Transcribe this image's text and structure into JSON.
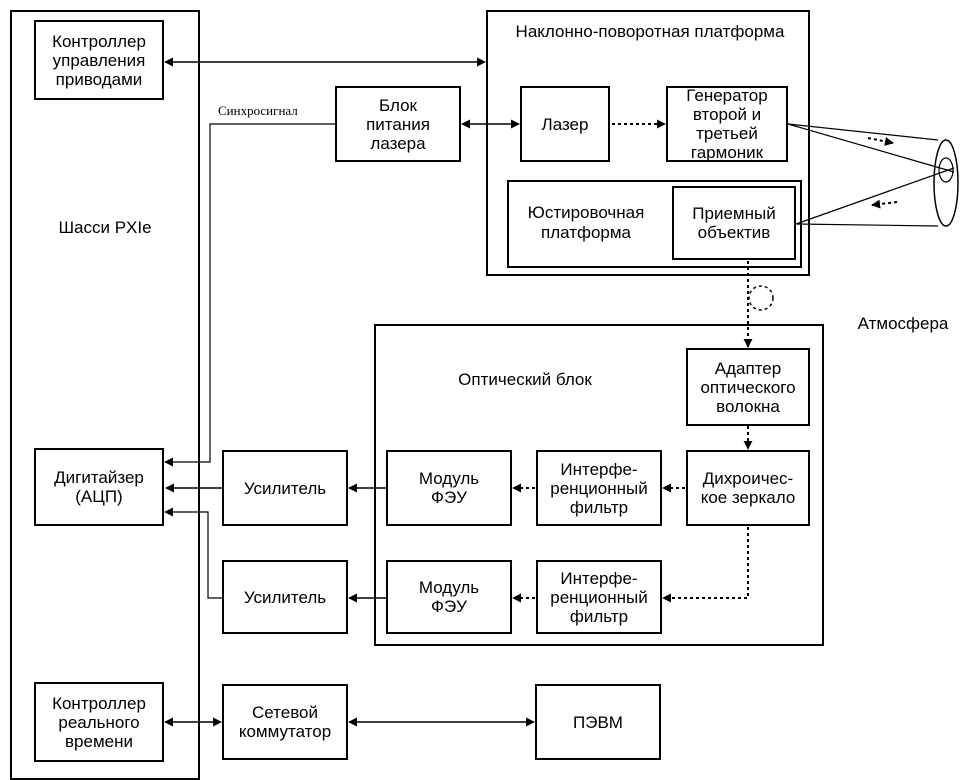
{
  "chassis": {
    "label": "Шасси PXIe"
  },
  "drive_controller": {
    "label": "Контроллер\nуправления\nприводами"
  },
  "digitizer": {
    "label": "Дигитайзер\n(АЦП)"
  },
  "realtime_controller": {
    "label": "Контроллер\nреального\nвремени"
  },
  "sync_signal": {
    "label": "Синхросигнал"
  },
  "laser_power_unit": {
    "label": "Блок\nпитания\nлазера"
  },
  "tilt_platform": {
    "label": "Наклонно-поворотная платформа"
  },
  "laser": {
    "label": "Лазер"
  },
  "harmonic_generator": {
    "label": "Генератор\nвторой и\nтретьей\nгармоник"
  },
  "alignment_platform": {
    "label": "Юстировочная\nплатформа"
  },
  "receiving_lens": {
    "label": "Приемный\nобъектив"
  },
  "atmosphere": {
    "label": "Атмосфера"
  },
  "optical_block": {
    "label": "Оптический блок"
  },
  "fiber_adapter": {
    "label": "Адаптер\nоптического\nволокна"
  },
  "dichroic_mirror": {
    "label": "Дихроичес-\nкое зеркало"
  },
  "interference_filter_1": {
    "label": "Интерфе-\nренционный\nфильтр"
  },
  "interference_filter_2": {
    "label": "Интерфе-\nренционный\nфильтр"
  },
  "pmt_module_1": {
    "label": "Модуль\nФЭУ"
  },
  "pmt_module_2": {
    "label": "Модуль\nФЭУ"
  },
  "amplifier_1": {
    "label": "Усилитель"
  },
  "amplifier_2": {
    "label": "Усилитель"
  },
  "network_switch": {
    "label": "Сетевой\nкоммутатор"
  },
  "pc": {
    "label": "ПЭВМ"
  }
}
